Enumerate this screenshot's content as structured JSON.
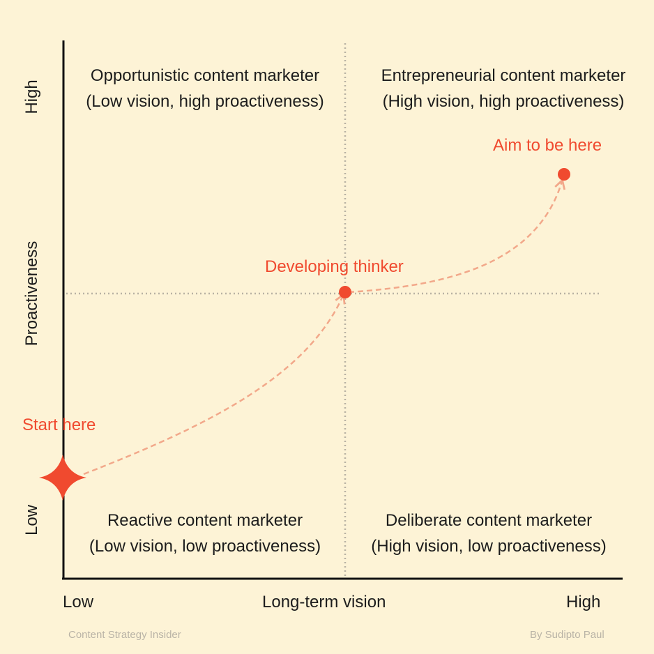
{
  "axes": {
    "y_label": "Proactiveness",
    "y_high": "High",
    "y_low": "Low",
    "x_label": "Long-term vision",
    "x_low": "Low",
    "x_high": "High"
  },
  "quadrants": {
    "top_left": {
      "title": "Opportunistic content marketer",
      "subtitle": "(Low vision, high proactiveness)"
    },
    "top_right": {
      "title": "Entrepreneurial content marketer",
      "subtitle": "(High vision, high proactiveness)"
    },
    "bottom_left": {
      "title": "Reactive content marketer",
      "subtitle": "(Low vision, low proactiveness)"
    },
    "bottom_right": {
      "title": "Deliberate content marketer",
      "subtitle": "(High vision, low proactiveness)"
    }
  },
  "path_labels": {
    "start": "Start here",
    "middle": "Developing thinker",
    "end": "Aim to be here"
  },
  "footer": {
    "left": "Content Strategy Insider",
    "right": "By Sudipto Paul"
  },
  "colors": {
    "background": "#fdf3d6",
    "accent": "#f04a2f",
    "path": "#f2a88a",
    "divider": "#b8b2a3",
    "axis": "#111111"
  }
}
